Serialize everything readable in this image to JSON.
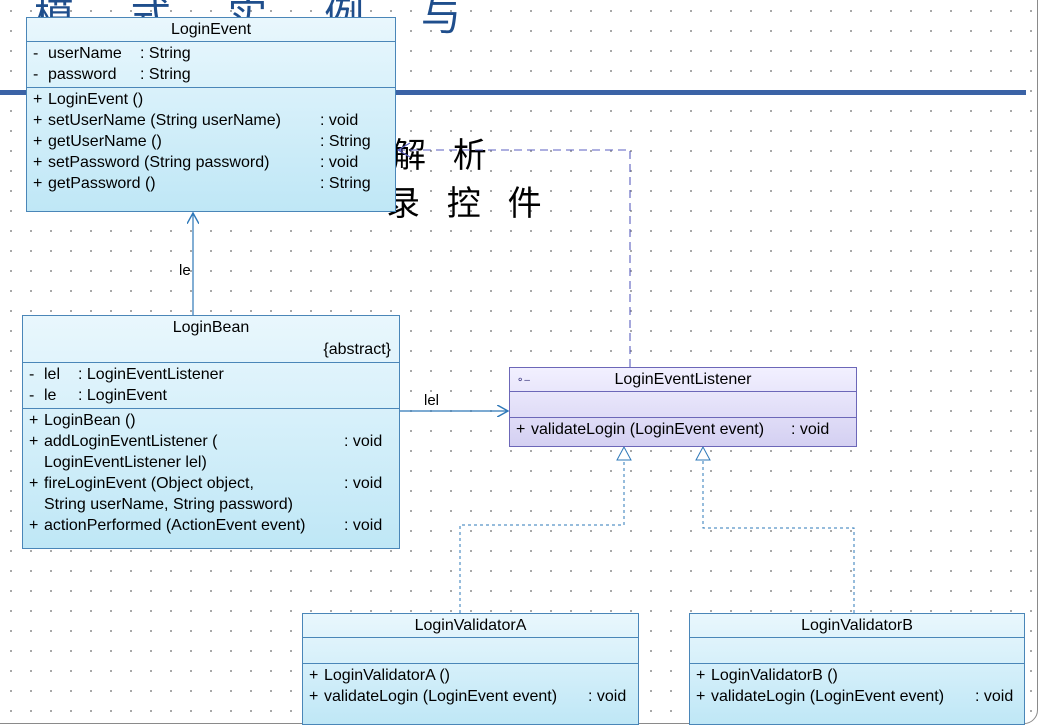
{
  "background": {
    "title_fragment": "模 式 实 例 与",
    "text_line1": "解 析",
    "text_line2": "录 控 件"
  },
  "classes": {
    "login_event": {
      "name": "LoginEvent",
      "attributes": [
        {
          "vis": "-",
          "sig": "userName",
          "type": ": String"
        },
        {
          "vis": "-",
          "sig": "password",
          "type": ": String"
        }
      ],
      "operations": [
        {
          "vis": "+",
          "sig": "LoginEvent ()",
          "type": ""
        },
        {
          "vis": "+",
          "sig": "setUserName (String userName)",
          "type": ": void"
        },
        {
          "vis": "+",
          "sig": "getUserName ()",
          "type": ": String"
        },
        {
          "vis": "+",
          "sig": "setPassword (String password)",
          "type": ": void"
        },
        {
          "vis": "+",
          "sig": "getPassword ()",
          "type": ": String"
        }
      ]
    },
    "login_bean": {
      "name": "LoginBean",
      "stereotype": "{abstract}",
      "attributes": [
        {
          "vis": "-",
          "sig": "lel",
          "type": ": LoginEventListener"
        },
        {
          "vis": "-",
          "sig": "le",
          "type": ": LoginEvent"
        }
      ],
      "operations": [
        {
          "vis": "+",
          "sig": "LoginBean ()",
          "type": ""
        },
        {
          "vis": "+",
          "sig": "addLoginEventListener (",
          "type": ": void"
        },
        {
          "vis": "",
          "sig": "LoginEventListener lel)",
          "type": ""
        },
        {
          "vis": "+",
          "sig": "fireLoginEvent (Object object,",
          "type": ": void"
        },
        {
          "vis": "",
          "sig": " String userName, String password)",
          "type": ""
        },
        {
          "vis": "+",
          "sig": "actionPerformed (ActionEvent event)",
          "type": ": void"
        }
      ]
    },
    "login_event_listener": {
      "name": "LoginEventListener",
      "operations": [
        {
          "vis": "+",
          "sig": "validateLogin (LoginEvent event)",
          "type": ": void"
        }
      ]
    },
    "login_validator_a": {
      "name": "LoginValidatorA",
      "operations": [
        {
          "vis": "+",
          "sig": "LoginValidatorA ()",
          "type": ""
        },
        {
          "vis": "+",
          "sig": "validateLogin (LoginEvent event)",
          "type": ": void"
        }
      ]
    },
    "login_validator_b": {
      "name": "LoginValidatorB",
      "operations": [
        {
          "vis": "+",
          "sig": "LoginValidatorB ()",
          "type": ""
        },
        {
          "vis": "+",
          "sig": "validateLogin (LoginEvent event)",
          "type": ": void"
        }
      ]
    }
  },
  "connectors": {
    "bean_to_event_label": "le",
    "bean_to_listener_label": "lel"
  },
  "colors": {
    "class_border": "#4a86b8",
    "interface_border": "#6c67b8",
    "connector": "#2e78b8"
  }
}
